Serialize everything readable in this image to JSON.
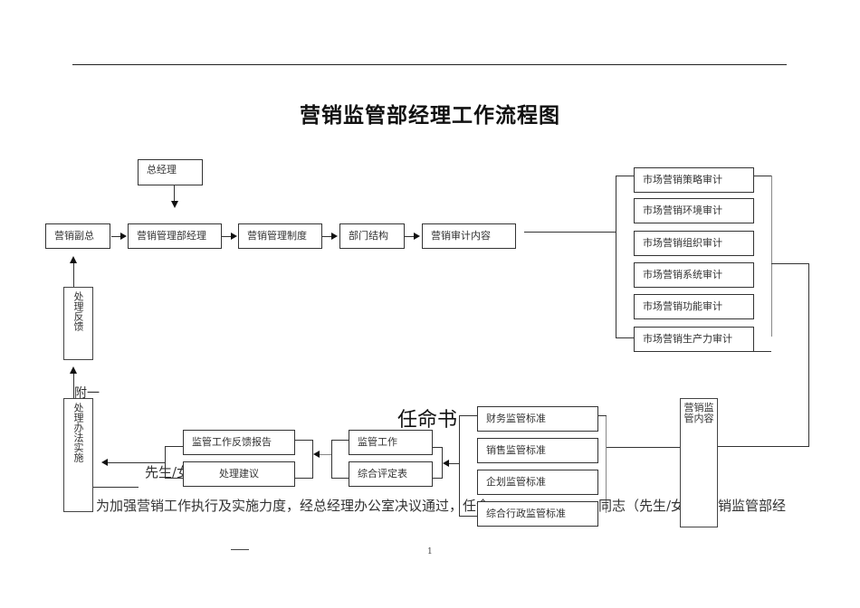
{
  "document": {
    "title": "营销监管部经理工作流程图",
    "page_number": "1"
  },
  "flow": {
    "general_manager": "总经理",
    "main_row": [
      "营销副总",
      "营销管理部经理",
      "营销管理制度",
      "部门结构",
      "营销审计内容"
    ],
    "audit_items": [
      "市场营销策略审计",
      "市场营销环境审计",
      "市场营销组织审计",
      "市场营销系统审计",
      "市场营销功能审计",
      "市场营销生产力审计"
    ],
    "supervision_content": "营销监管内容",
    "standards": [
      "财务监管标准",
      "销售监管标准",
      "企划监管标准",
      "综合行政监管标准"
    ],
    "work_items": [
      "监管工作",
      "综合评定表"
    ],
    "report_items": [
      "监管工作反馈报告",
      "处理建议"
    ],
    "implement": "处理办法实施",
    "feedback": "处理反馈"
  },
  "overlay_text": {
    "appendix": "附一",
    "appointment": "任命书",
    "salutation": "先生/女",
    "body_line": "为加强营销工作执行及实施力度，经总经理办公室决议通过，任命____同志（先生/女士）为我公司营销监管部经",
    "body_part1": "为加强营销工作执行及实施力度，经总经理办公室决议通过，任命",
    "body_part2": "同志（先生/女士）为我公",
    "body_part3": "销监管部经",
    "footer_dash": "—"
  }
}
